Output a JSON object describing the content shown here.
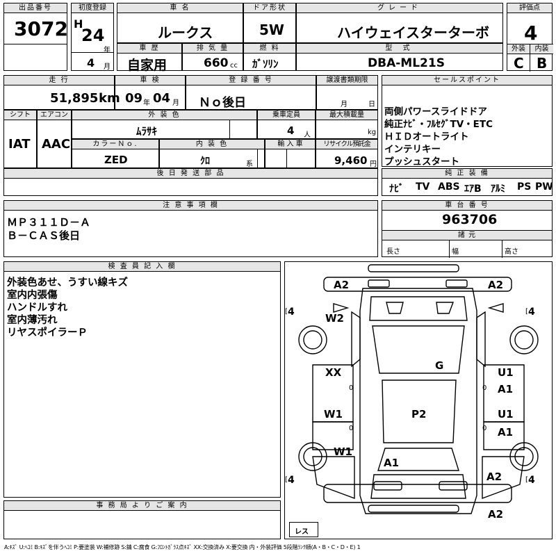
{
  "lot": {
    "label": "出品番号",
    "value": "3072"
  },
  "first_reg": {
    "label": "初度登録",
    "era": "H",
    "year": "24",
    "year_unit": "年",
    "month": "4",
    "month_unit": "月"
  },
  "car_name": {
    "label": "車 名",
    "value": "ルークス"
  },
  "door": {
    "label": "ドア形状",
    "value": "5W"
  },
  "grade": {
    "label": "グレード",
    "value": "ハイウェイスターターボ"
  },
  "score": {
    "label": "評価点",
    "value": "4",
    "ext_label": "外装",
    "int_label": "内装",
    "ext": "C",
    "int": "B"
  },
  "history": {
    "label": "車 歴",
    "value": "自家用"
  },
  "displacement": {
    "label": "排 気 量",
    "value": "660",
    "unit": "cc"
  },
  "fuel": {
    "label": "燃 料",
    "value": "ｶﾞｿﾘﾝ"
  },
  "model": {
    "label": "型 式",
    "value": "DBA-ML21S"
  },
  "mileage": {
    "label": "走 行",
    "value": "51,895",
    "unit": "km"
  },
  "inspection": {
    "label": "車 検",
    "year": "09",
    "year_unit": "年",
    "month": "04",
    "month_unit": "月"
  },
  "reg_no": {
    "label": "登 録 番 号",
    "value": "Ｎｏ後日"
  },
  "transfer": {
    "label": "譲渡書類期限",
    "month_unit": "月",
    "day_unit": "日"
  },
  "sales_point": {
    "label": "セールスポイント",
    "lines": [
      "両側パワースライドドア",
      "純正ﾅﾋﾞ・ﾌﾙｾｸﾞTV・ETC",
      "ＨＩＤオートライト",
      "インテリキー",
      "プッシュスタート"
    ]
  },
  "shift": {
    "label": "シフト",
    "value": "IAT"
  },
  "aircon": {
    "label": "エアコン",
    "value": "AAC"
  },
  "ext_color": {
    "label": "外 装 色",
    "value": "ﾑﾗｻｷ"
  },
  "capacity": {
    "label": "乗車定員",
    "value": "4",
    "unit": "人"
  },
  "max_load": {
    "label": "最大積載量",
    "unit": "kg"
  },
  "color_no": {
    "label": "カラーＮｏ.",
    "value": "ZED"
  },
  "int_color": {
    "label": "内 装 色",
    "value": "ｸﾛ",
    "unit": "系"
  },
  "import": {
    "label": "輸 入 車"
  },
  "recycle": {
    "label": "リサイクル預託金",
    "value": "9,460",
    "unit": "円"
  },
  "later_parts": {
    "label": "後 日 発 送 部 品"
  },
  "equipment": {
    "label": "純 正 装 備",
    "items": [
      "ﾅﾋﾞ",
      "TV",
      "ABS",
      "ｴｱB",
      "ｱﾙﾐ",
      "PS",
      "PW"
    ]
  },
  "notes": {
    "label": "注 意 事 項 欄",
    "lines": [
      "ＭＰ３１１Ｄ－Ａ",
      "Ｂ－ＣＡＳ後日"
    ]
  },
  "chassis": {
    "label": "車 台 番 号",
    "value": "963706"
  },
  "specs": {
    "label": "諸 元",
    "length": "長さ",
    "width": "幅",
    "height": "高さ"
  },
  "inspector": {
    "label": "検 査 員 記 入 欄",
    "lines": [
      "外装色あせ、うすい線キズ",
      "室内内張傷",
      "ハンドルすれ",
      "室内薄汚れ",
      "リヤスポイラーＰ"
    ]
  },
  "office": {
    "label": "事 務 局 よ り ご 案 内"
  },
  "diagram": {
    "tires": [
      "4",
      "4",
      "4",
      "4"
    ],
    "spare": "レス",
    "marks": [
      "A2",
      "A2",
      "W2",
      "G",
      "XX",
      "U1",
      "A1",
      "W1",
      "P2",
      "U1",
      "A1",
      "W1",
      "A1",
      "A2",
      "A2"
    ],
    "zeros": [
      "0",
      "0",
      "0",
      "0"
    ]
  },
  "legend": "A:ｷｽﾞ U:ﾍｺﾐ B:ｷｽﾞを伴うﾍｺﾐ P:要塗装 W:補修跡 S:錆 C:腐食 G:ﾌﾛﾝﾄｶﾞﾗｽ点ｷｽﾞ XX:交換済み X:要交換 内・外装評価 5段階ﾗﾝｸ順(A・B・C・D・E) 1"
}
